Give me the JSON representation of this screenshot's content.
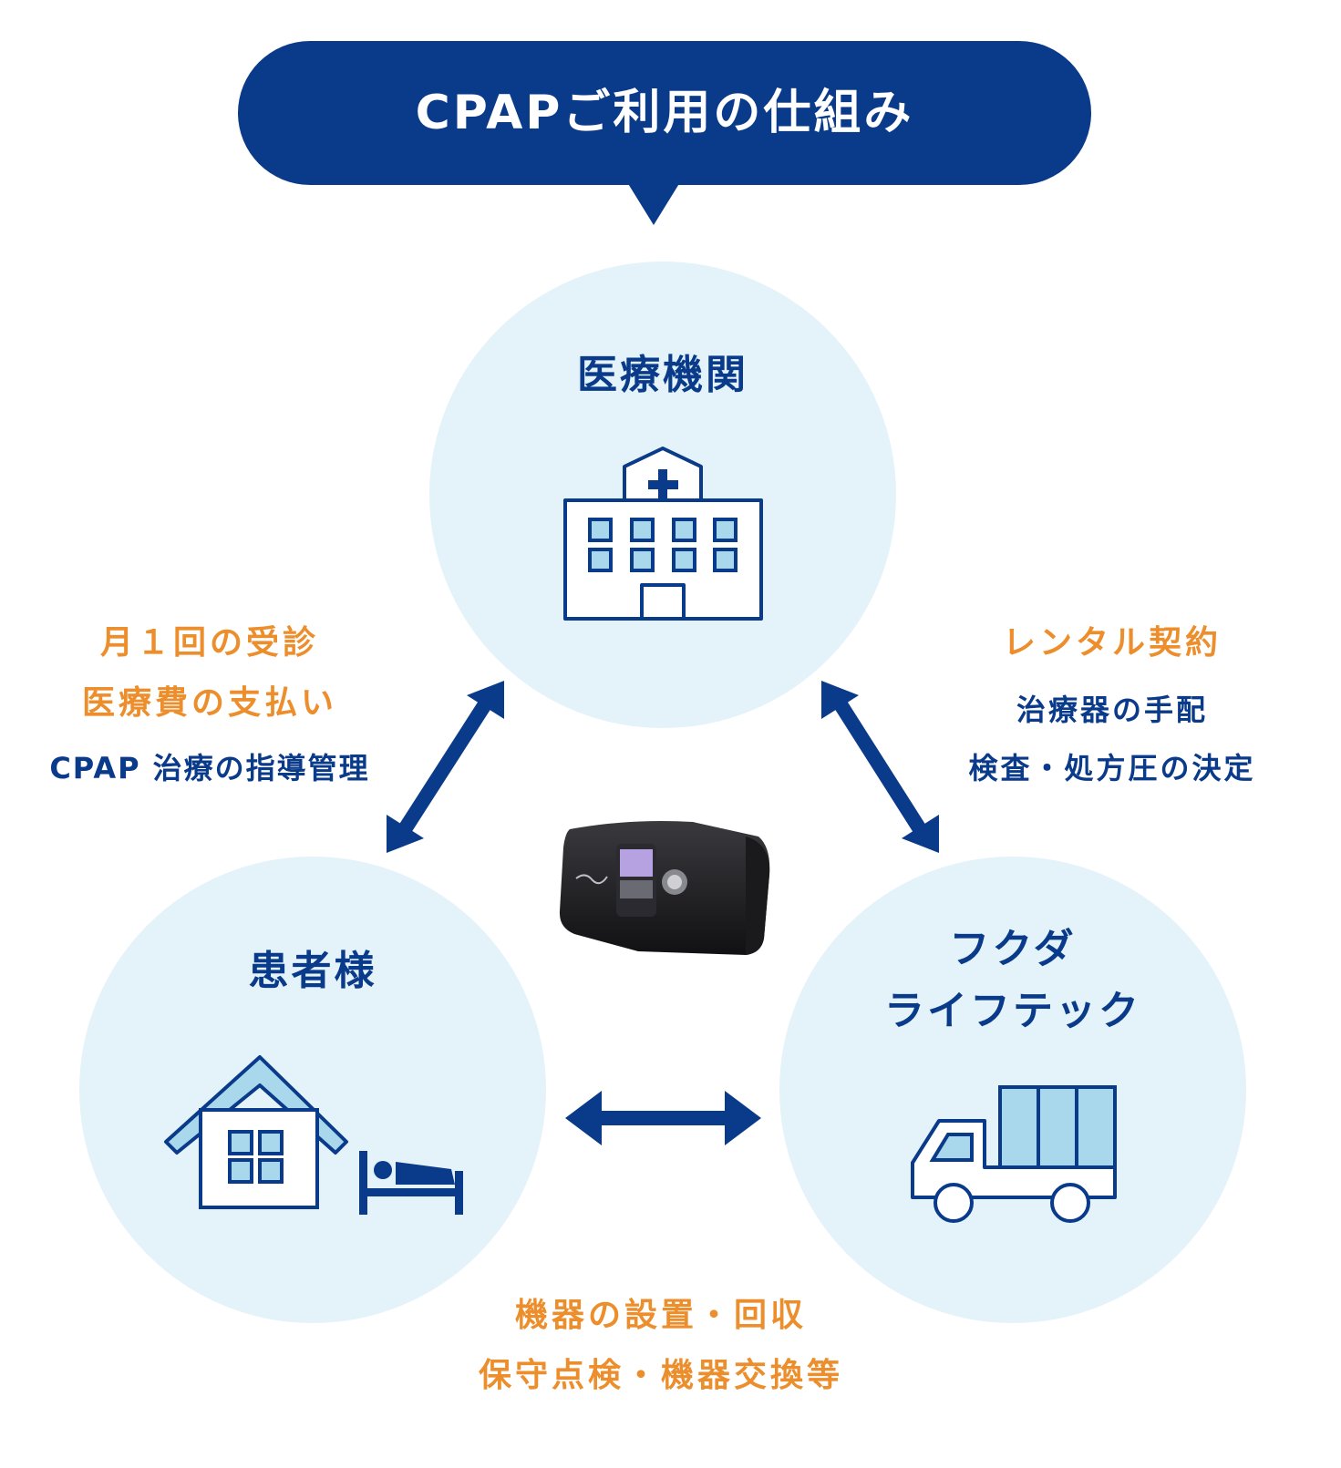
{
  "title": "CPAPご利用の仕組み",
  "nodes": {
    "hospital": {
      "label": "医療機関",
      "icon": "hospital-icon"
    },
    "patient": {
      "label": "患者様",
      "icon": "house-bed-icon"
    },
    "company": {
      "label_line1": "フクダ",
      "label_line2": "ライフテック",
      "icon": "truck-icon"
    }
  },
  "relations": {
    "patient_hospital": {
      "line1": "月１回の受診",
      "line2": "医療費の支払い",
      "line3": "CPAP 治療の指導管理"
    },
    "hospital_company": {
      "line1": "レンタル契約",
      "line2": "治療器の手配",
      "line3": "検査・処方圧の決定"
    },
    "patient_company": {
      "line1": "機器の設置・回収",
      "line2": "保守点検・機器交換等"
    }
  },
  "center_device": {
    "icon": "cpap-device-icon"
  },
  "colors": {
    "navy": "#0a3a8a",
    "orange": "#ec8e2c",
    "circle_bg": "#e4f3fa",
    "icon_fill": "#a9d8ec"
  }
}
